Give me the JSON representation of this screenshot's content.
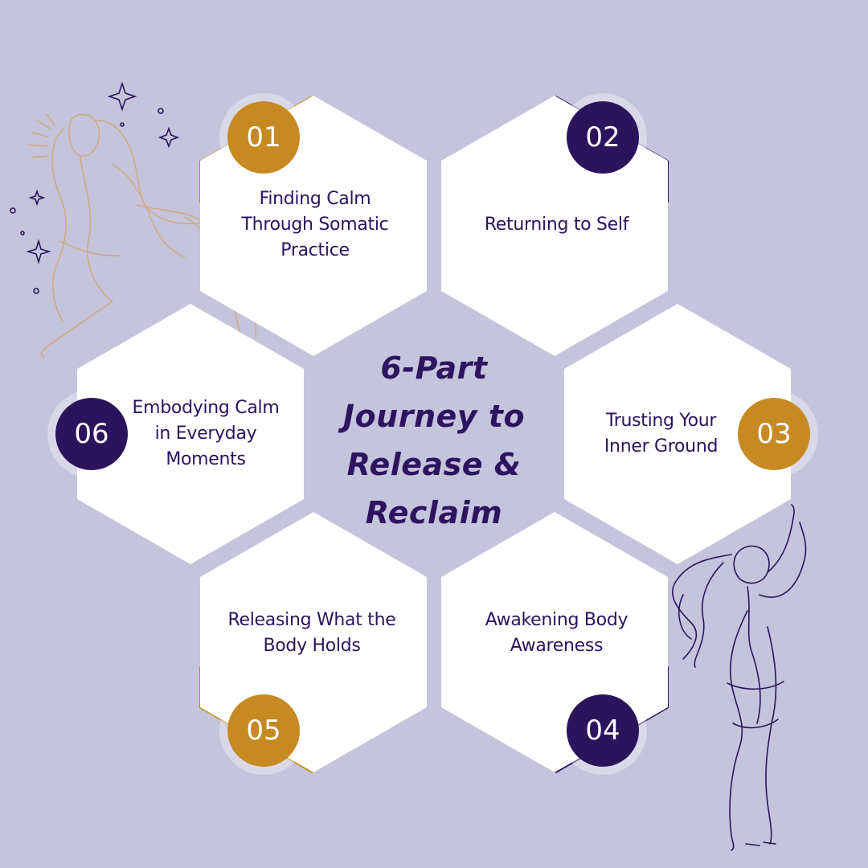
{
  "colors": {
    "background": "#c5c4dd",
    "gold": "#c78a22",
    "purple": "#2b145c",
    "hexagon": "#ffffff",
    "text": "#2a145e"
  },
  "title": "6-Part\nJourney to\nRelease &\nReclaim",
  "steps": [
    {
      "number": "01",
      "label": "Finding Calm\nThrough Somatic\nPractice",
      "accent": "gold"
    },
    {
      "number": "02",
      "label": "Returning to Self",
      "accent": "purple"
    },
    {
      "number": "03",
      "label": "Trusting Your\nInner Ground",
      "accent": "gold"
    },
    {
      "number": "04",
      "label": "Awakening Body\nAwareness",
      "accent": "purple"
    },
    {
      "number": "05",
      "label": "Releasing What the\nBody Holds",
      "accent": "gold"
    },
    {
      "number": "06",
      "label": "Embodying Calm\nin Everyday\nMoments",
      "accent": "purple"
    }
  ],
  "decorations": {
    "top_left": "line-art-woman-reclining",
    "bottom_right": "line-art-woman-dancing"
  }
}
